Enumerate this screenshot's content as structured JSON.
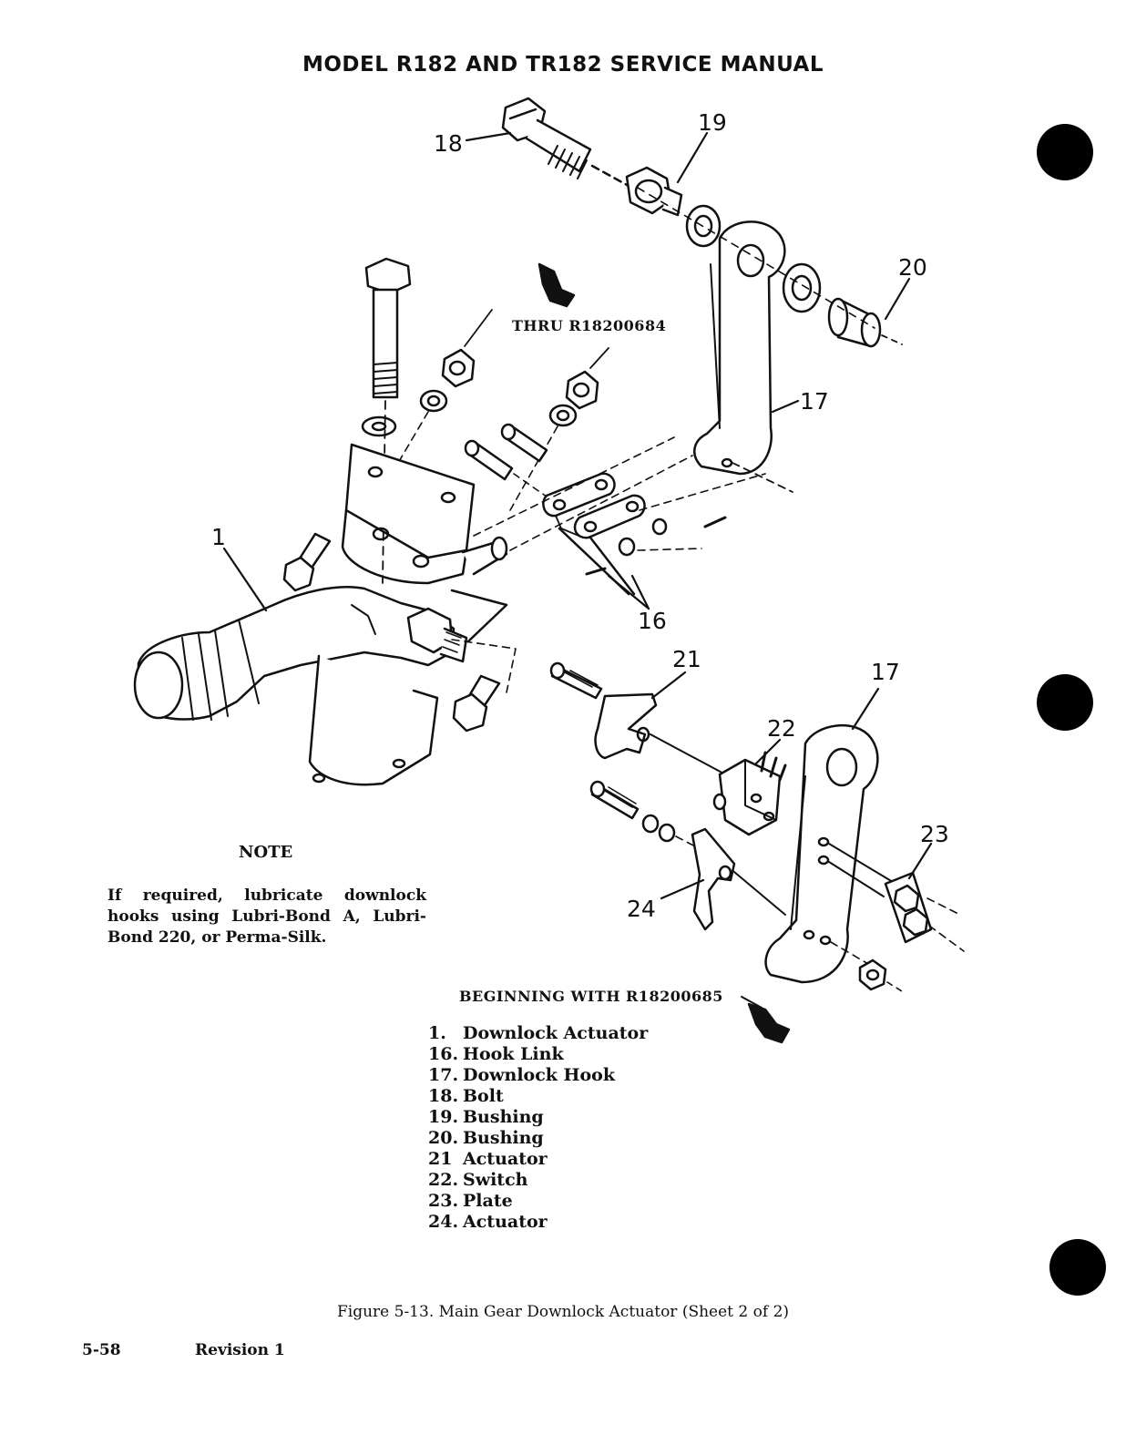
{
  "header": {
    "title": "MODEL R182 AND TR182 SERVICE MANUAL"
  },
  "figure": {
    "serial_upper": "THRU R18200684",
    "serial_lower": "BEGINNING WITH R18200685",
    "callouts": {
      "c1": "1",
      "c16": "16",
      "c17a": "17",
      "c17b": "17",
      "c18": "18",
      "c19": "19",
      "c20": "20",
      "c21": "21",
      "c22": "22",
      "c23": "23",
      "c24": "24"
    }
  },
  "note": {
    "title": "NOTE",
    "text": "If required, lubricate downlock hooks using Lubri-Bond A, Lubri-Bond 220, or Perma-Silk."
  },
  "legend": [
    {
      "num": "1.",
      "label": "Downlock Actuator"
    },
    {
      "num": "16.",
      "label": "Hook Link"
    },
    {
      "num": "17.",
      "label": "Downlock Hook"
    },
    {
      "num": "18.",
      "label": "Bolt"
    },
    {
      "num": "19.",
      "label": "Bushing"
    },
    {
      "num": "20.",
      "label": "Bushing"
    },
    {
      "num": "21",
      "label": "Actuator"
    },
    {
      "num": "22.",
      "label": "Switch"
    },
    {
      "num": "23.",
      "label": "Plate"
    },
    {
      "num": "24.",
      "label": "Actuator"
    }
  ],
  "caption": "Figure 5-13. Main Gear Downlock Actuator (Sheet 2 of 2)",
  "footer": {
    "page": "5-58",
    "revision": "Revision 1"
  }
}
